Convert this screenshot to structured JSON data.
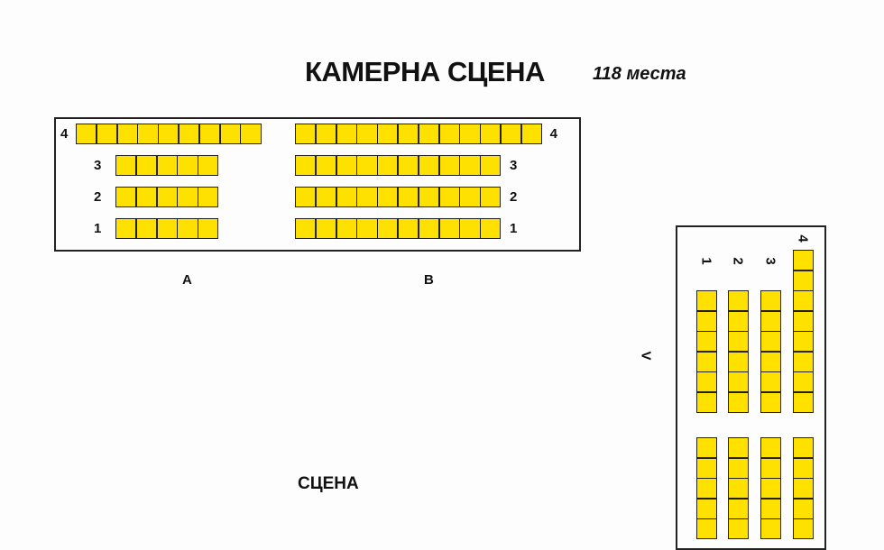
{
  "title": "КАМЕРНА СЦЕНА",
  "capacity": "118 места",
  "stage_label": "СЦЕНА",
  "colors": {
    "seat": "#ffe100",
    "outline": "#222222"
  },
  "sections": [
    {
      "name": "A",
      "rows": [
        {
          "label": "4",
          "seats": 9
        },
        {
          "label": "3",
          "seats": 5
        },
        {
          "label": "2",
          "seats": 5
        },
        {
          "label": "1",
          "seats": 5
        }
      ]
    },
    {
      "name": "B",
      "rows": [
        {
          "label": "4",
          "seats": 12
        },
        {
          "label": "3",
          "seats": 10
        },
        {
          "label": "2",
          "seats": 10
        },
        {
          "label": "1",
          "seats": 10
        }
      ]
    },
    {
      "name": "V",
      "rows": [
        {
          "label": "1",
          "blocks": [
            6,
            5
          ]
        },
        {
          "label": "2",
          "blocks": [
            6,
            5
          ]
        },
        {
          "label": "3",
          "blocks": [
            6,
            5
          ]
        },
        {
          "label": "4",
          "blocks": [
            8,
            5
          ]
        }
      ]
    }
  ]
}
